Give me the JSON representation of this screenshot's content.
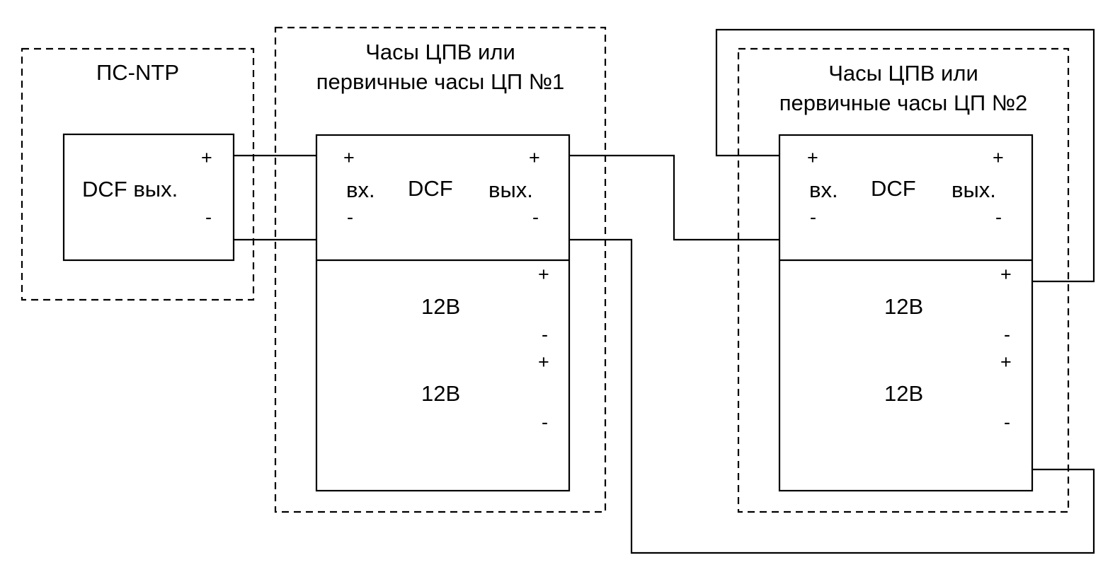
{
  "diagram": {
    "colors": {
      "line": "#000000",
      "background": "#ffffff"
    },
    "ntp": {
      "title": "ПС-NTP",
      "block_label": "DCF вых.",
      "plus": "+",
      "minus": "-"
    },
    "clock1": {
      "title_line1": "Часы ЦПВ или",
      "title_line2": "первичные часы ЦП №1",
      "in_label": "вх.",
      "dcf_label": "DCF",
      "out_label": "вых.",
      "in_plus": "+",
      "in_minus": "-",
      "out_plus": "+",
      "out_minus": "-",
      "psu1_label": "12В",
      "psu1_plus": "+",
      "psu1_minus": "-",
      "psu2_label": "12В",
      "psu2_plus": "+",
      "psu2_minus": "-"
    },
    "clock2": {
      "title_line1": "Часы ЦПВ или",
      "title_line2": "первичные часы ЦП №2",
      "in_label": "вх.",
      "dcf_label": "DCF",
      "out_label": "вых.",
      "in_plus": "+",
      "in_minus": "-",
      "out_plus": "+",
      "out_minus": "-",
      "psu1_label": "12В",
      "psu1_plus": "+",
      "psu1_minus": "-",
      "psu2_label": "12В",
      "psu2_plus": "+",
      "psu2_minus": "-"
    },
    "connections": [
      {
        "from": "ПС-NTP DCF +",
        "to": "Часы №1 DCF вх. +"
      },
      {
        "from": "ПС-NTP DCF -",
        "to": "Часы №1 DCF вх. -"
      },
      {
        "from": "Часы №1 DCF вых. +",
        "to": "Часы №2 DCF вх. -"
      },
      {
        "from": "Часы №1 DCF вых. -",
        "to": "Часы №2 12В -"
      },
      {
        "from": "Часы №2 DCF вх. +",
        "to": "Часы №2 12В +"
      }
    ]
  }
}
